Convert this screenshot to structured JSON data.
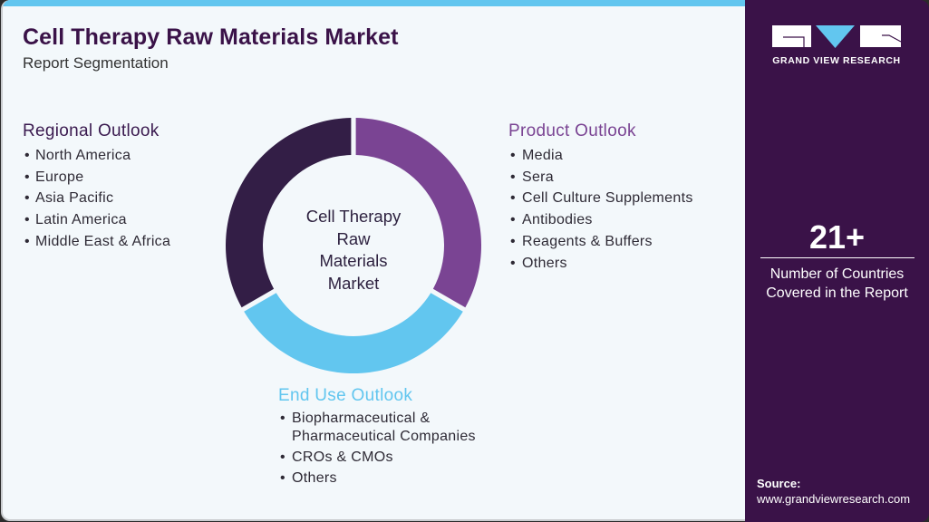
{
  "header": {
    "title": "Cell Therapy Raw Materials Market",
    "subtitle": "Report Segmentation"
  },
  "brand": {
    "name": "GRAND VIEW RESEARCH",
    "logo_icon": "gvr-logo-icon"
  },
  "colors": {
    "panel": "#3a1248",
    "accent_cyan": "#62c6ef",
    "product_purple": "#7a4493",
    "regional_dark": "#331e46",
    "background": "#f3f8fb"
  },
  "donut": {
    "center_label_lines": [
      "Cell Therapy",
      "Raw",
      "Materials",
      "Market"
    ],
    "segments": [
      {
        "name": "Product Outlook",
        "color": "#7a4493",
        "start_deg": 0,
        "end_deg": 120
      },
      {
        "name": "End Use Outlook",
        "color": "#62c6ef",
        "start_deg": 120,
        "end_deg": 240
      },
      {
        "name": "Regional Outlook",
        "color": "#331e46",
        "start_deg": 240,
        "end_deg": 360
      }
    ]
  },
  "sections": {
    "regional": {
      "title": "Regional Outlook",
      "items": [
        "North America",
        "Europe",
        "Asia Pacific",
        "Latin America",
        "Middle East & Africa"
      ]
    },
    "product": {
      "title": "Product Outlook",
      "items": [
        "Media",
        "Sera",
        "Cell Culture Supplements",
        "Antibodies",
        "Reagents & Buffers",
        "Others"
      ]
    },
    "end_use": {
      "title": "End Use Outlook",
      "items": [
        "Biopharmaceutical & Pharmaceutical Companies",
        "CROs & CMOs",
        "Others"
      ],
      "item0_lines": [
        "Biopharmaceutical &",
        "Pharmaceutical Companies"
      ]
    }
  },
  "stat": {
    "value": "21+",
    "label_line1": "Number of Countries",
    "label_line2": "Covered in the Report"
  },
  "source": {
    "label": "Source:",
    "url": "www.grandviewresearch.com"
  }
}
